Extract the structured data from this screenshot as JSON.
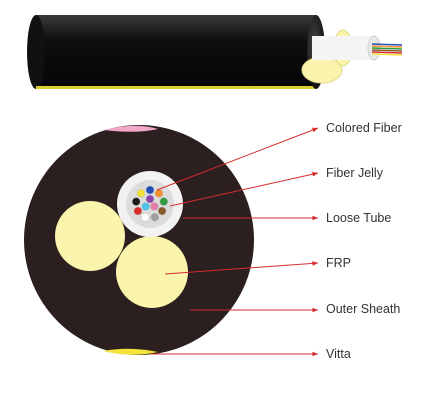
{
  "labels": {
    "colored_fiber": "Colored Fiber",
    "fiber_jelly": "Fiber Jelly",
    "loose_tube": "Loose Tube",
    "frp": "FRP",
    "outer_sheath": "Outer Sheath",
    "vitta": "Vitta"
  },
  "colors": {
    "sheath": "#2b1f1f",
    "strength": "#fbf4ad",
    "tube": "#f2f2f2",
    "leader": "#d62b2b",
    "vitta_pink": "#f1a7c9",
    "vitta_yellow": "#f4e33a",
    "label_text": "#333333"
  },
  "fiber_colors": [
    "#1f4fb8",
    "#f08f2b",
    "#2e9b3d",
    "#8a5a2b",
    "#9e9e9e",
    "#ffffff",
    "#d82b2b",
    "#1a1a1a",
    "#f3e13a",
    "#8e44ad",
    "#e67aa8",
    "#4fc3e8"
  ]
}
